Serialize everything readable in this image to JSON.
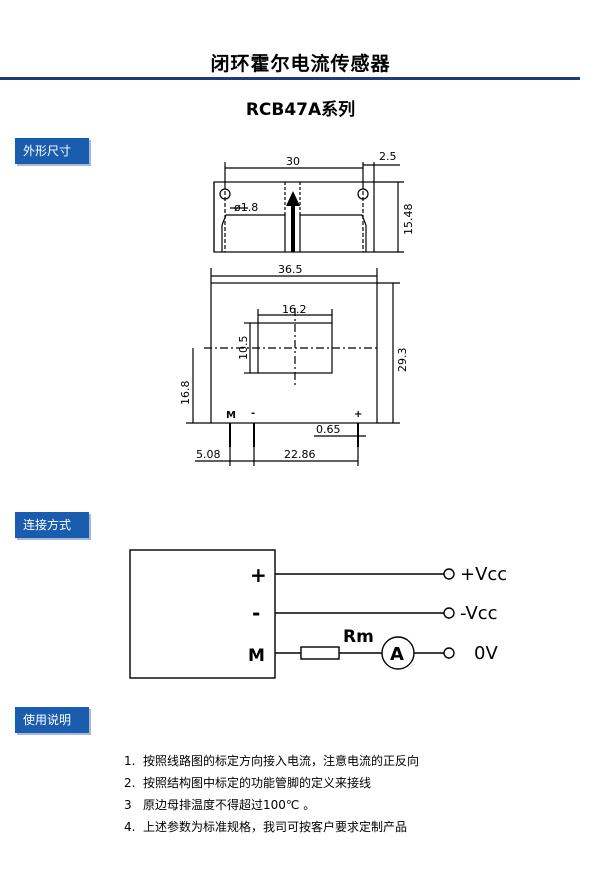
{
  "header": {
    "title": "闭环霍尔电流传感器",
    "subtitle": "RCB47A系列"
  },
  "sections": {
    "dimensions": "外形尺寸",
    "connection": "连接方式",
    "usage": "使用说明"
  },
  "dimensions_drawing": {
    "top_width": "30",
    "top_offset": "2.5",
    "hole_diameter": "ø1.8",
    "top_height": "15.48",
    "overall_width": "36.5",
    "window_width": "16.2",
    "window_height": "10.5",
    "overall_height": "29.3",
    "window_center_height": "16.8",
    "pin_width": "0.65",
    "pin_spacing_left": "5.08",
    "pin_spacing_right": "22.86",
    "pin_label_m": "M",
    "pin_label_minus": "-",
    "pin_label_plus": "+"
  },
  "connection_diagram": {
    "pins": [
      "+",
      "-",
      "M"
    ],
    "terminals": [
      "+Vcc",
      "-Vcc",
      "0V"
    ],
    "resistor_label": "Rm",
    "ammeter_label": "A"
  },
  "usage_notes": [
    {
      "num": "1.",
      "text": "按照线路图的标定方向接入电流，注意电流的正反向"
    },
    {
      "num": "2.",
      "text": "按照结构图中标定的功能管脚的定义来接线"
    },
    {
      "num": "3",
      "text": "原边母排温度不得超过100℃ 。"
    },
    {
      "num": "4.",
      "text": "上述参数为标准规格，我司可按客户要求定制产品"
    }
  ]
}
